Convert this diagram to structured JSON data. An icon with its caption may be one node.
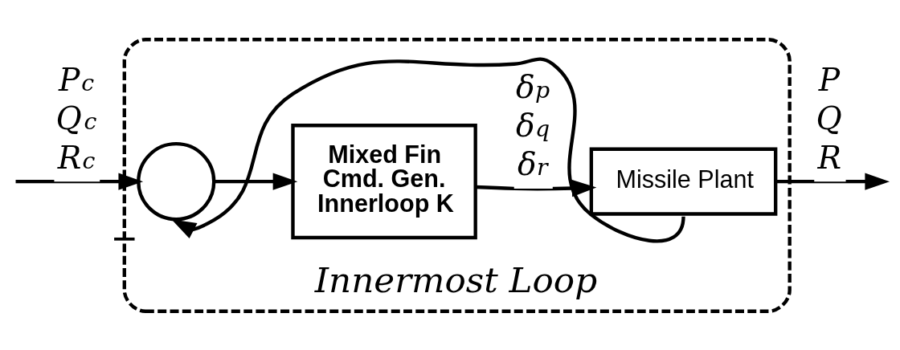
{
  "diagram": {
    "nodes": [
      {
        "text": [
          "Innermost Loop"
        ]
      },
      {
        "text": [],
        "shape": "circle",
        "in": 0,
        "beside": [
          "−"
        ]
      },
      {
        "text": [
          "Mixed Fin Cmd. Gen. Innerloop K"
        ],
        "in": 0
      },
      {
        "text": [
          "Missile Plant"
        ],
        "in": 0
      }
    ],
    "edges": [
      {
        "from": null,
        "to": 1,
        "arrow": "to",
        "label": "P$_{c}$ Q$_{c}$ R$_{c}$"
      },
      {
        "from": 1,
        "to": 2,
        "arrow": "to"
      },
      {
        "from": 2,
        "to": 3,
        "arrow": "to",
        "label": "δ$_{p}$ δ$_{q}$ δ$_{r}$"
      },
      {
        "from": 3,
        "to": null,
        "arrow": "to",
        "label": "P Q R"
      },
      {
        "from": 3,
        "to": 1,
        "arrow": "to"
      }
    ]
  }
}
